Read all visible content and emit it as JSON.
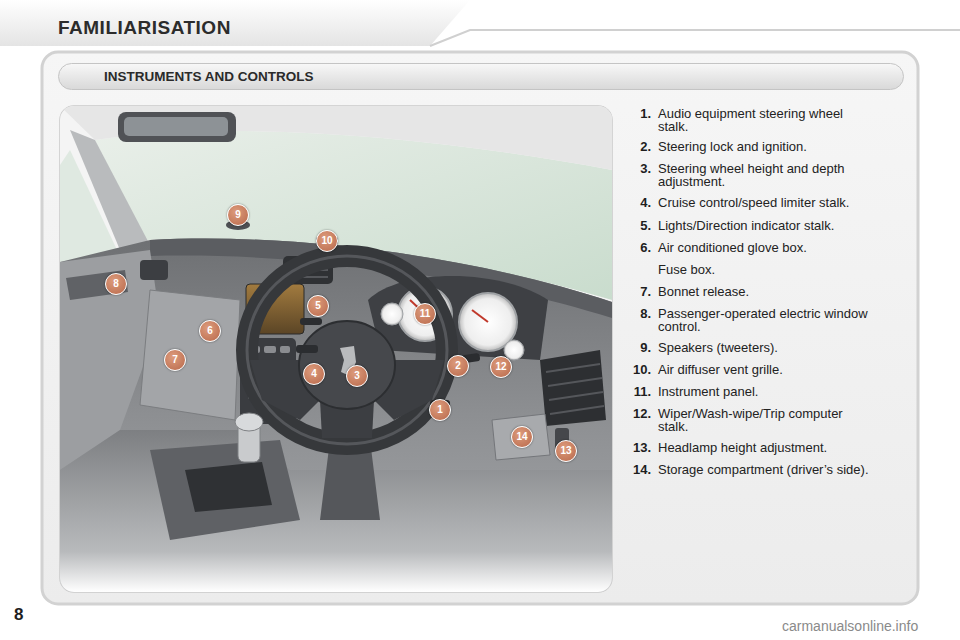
{
  "diagram": {
    "title": "FAMILIARISATION",
    "nodes": [
      {
        "text": [
          "INSTRUMENTS AND CONTROLS"
        ]
      }
    ],
    "labels": [
      "9",
      "10",
      "8",
      "5",
      "11",
      "6",
      "7",
      "2",
      "12",
      "4",
      "3",
      "1",
      "14",
      "13",
      "1.",
      "Audio equipment steering wheel stalk.",
      "2.",
      "Steering lock and ignition.",
      "3.",
      "Steering wheel height and depth adjustment.",
      "4.",
      "Cruise control/speed limiter stalk.",
      "5.",
      "Lights/Direction indicator stalk.",
      "6.",
      "Air conditioned glove box.",
      "Fuse box.",
      "7.",
      "Bonnet release.",
      "8.",
      "Passenger-operated electric window control.",
      "9.",
      "Speakers (tweeters).",
      "10.",
      "Air diffuser vent grille.",
      "11.",
      "Instrument panel.",
      "12.",
      "Wiper/Wash-wipe/Trip computer stalk.",
      "13.",
      "Headlamp height adjustment.",
      "14.",
      "Storage compartment (driver’s side).",
      "8",
      "carmanualsonline.info"
    ]
  }
}
